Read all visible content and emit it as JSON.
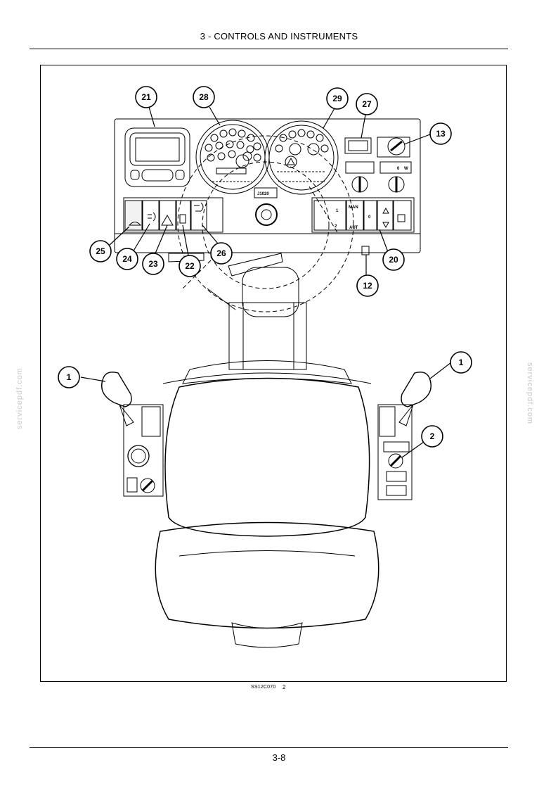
{
  "header": {
    "title": "3 - CONTROLS AND INSTRUMENTS"
  },
  "figure": {
    "id": "SS12C070",
    "number": "2",
    "panel_labels": {
      "connector": "J1020",
      "gear_1": "1",
      "gear_2": "2",
      "man": "MAN",
      "aut": "AUT",
      "zero": "0",
      "w": "W"
    },
    "callouts": [
      "21",
      "28",
      "29",
      "27",
      "13",
      "25",
      "24",
      "23",
      "22",
      "26",
      "20",
      "12",
      "1",
      "1",
      "2"
    ]
  },
  "footer": {
    "page": "3-8"
  },
  "watermark": "servicepdf.com"
}
